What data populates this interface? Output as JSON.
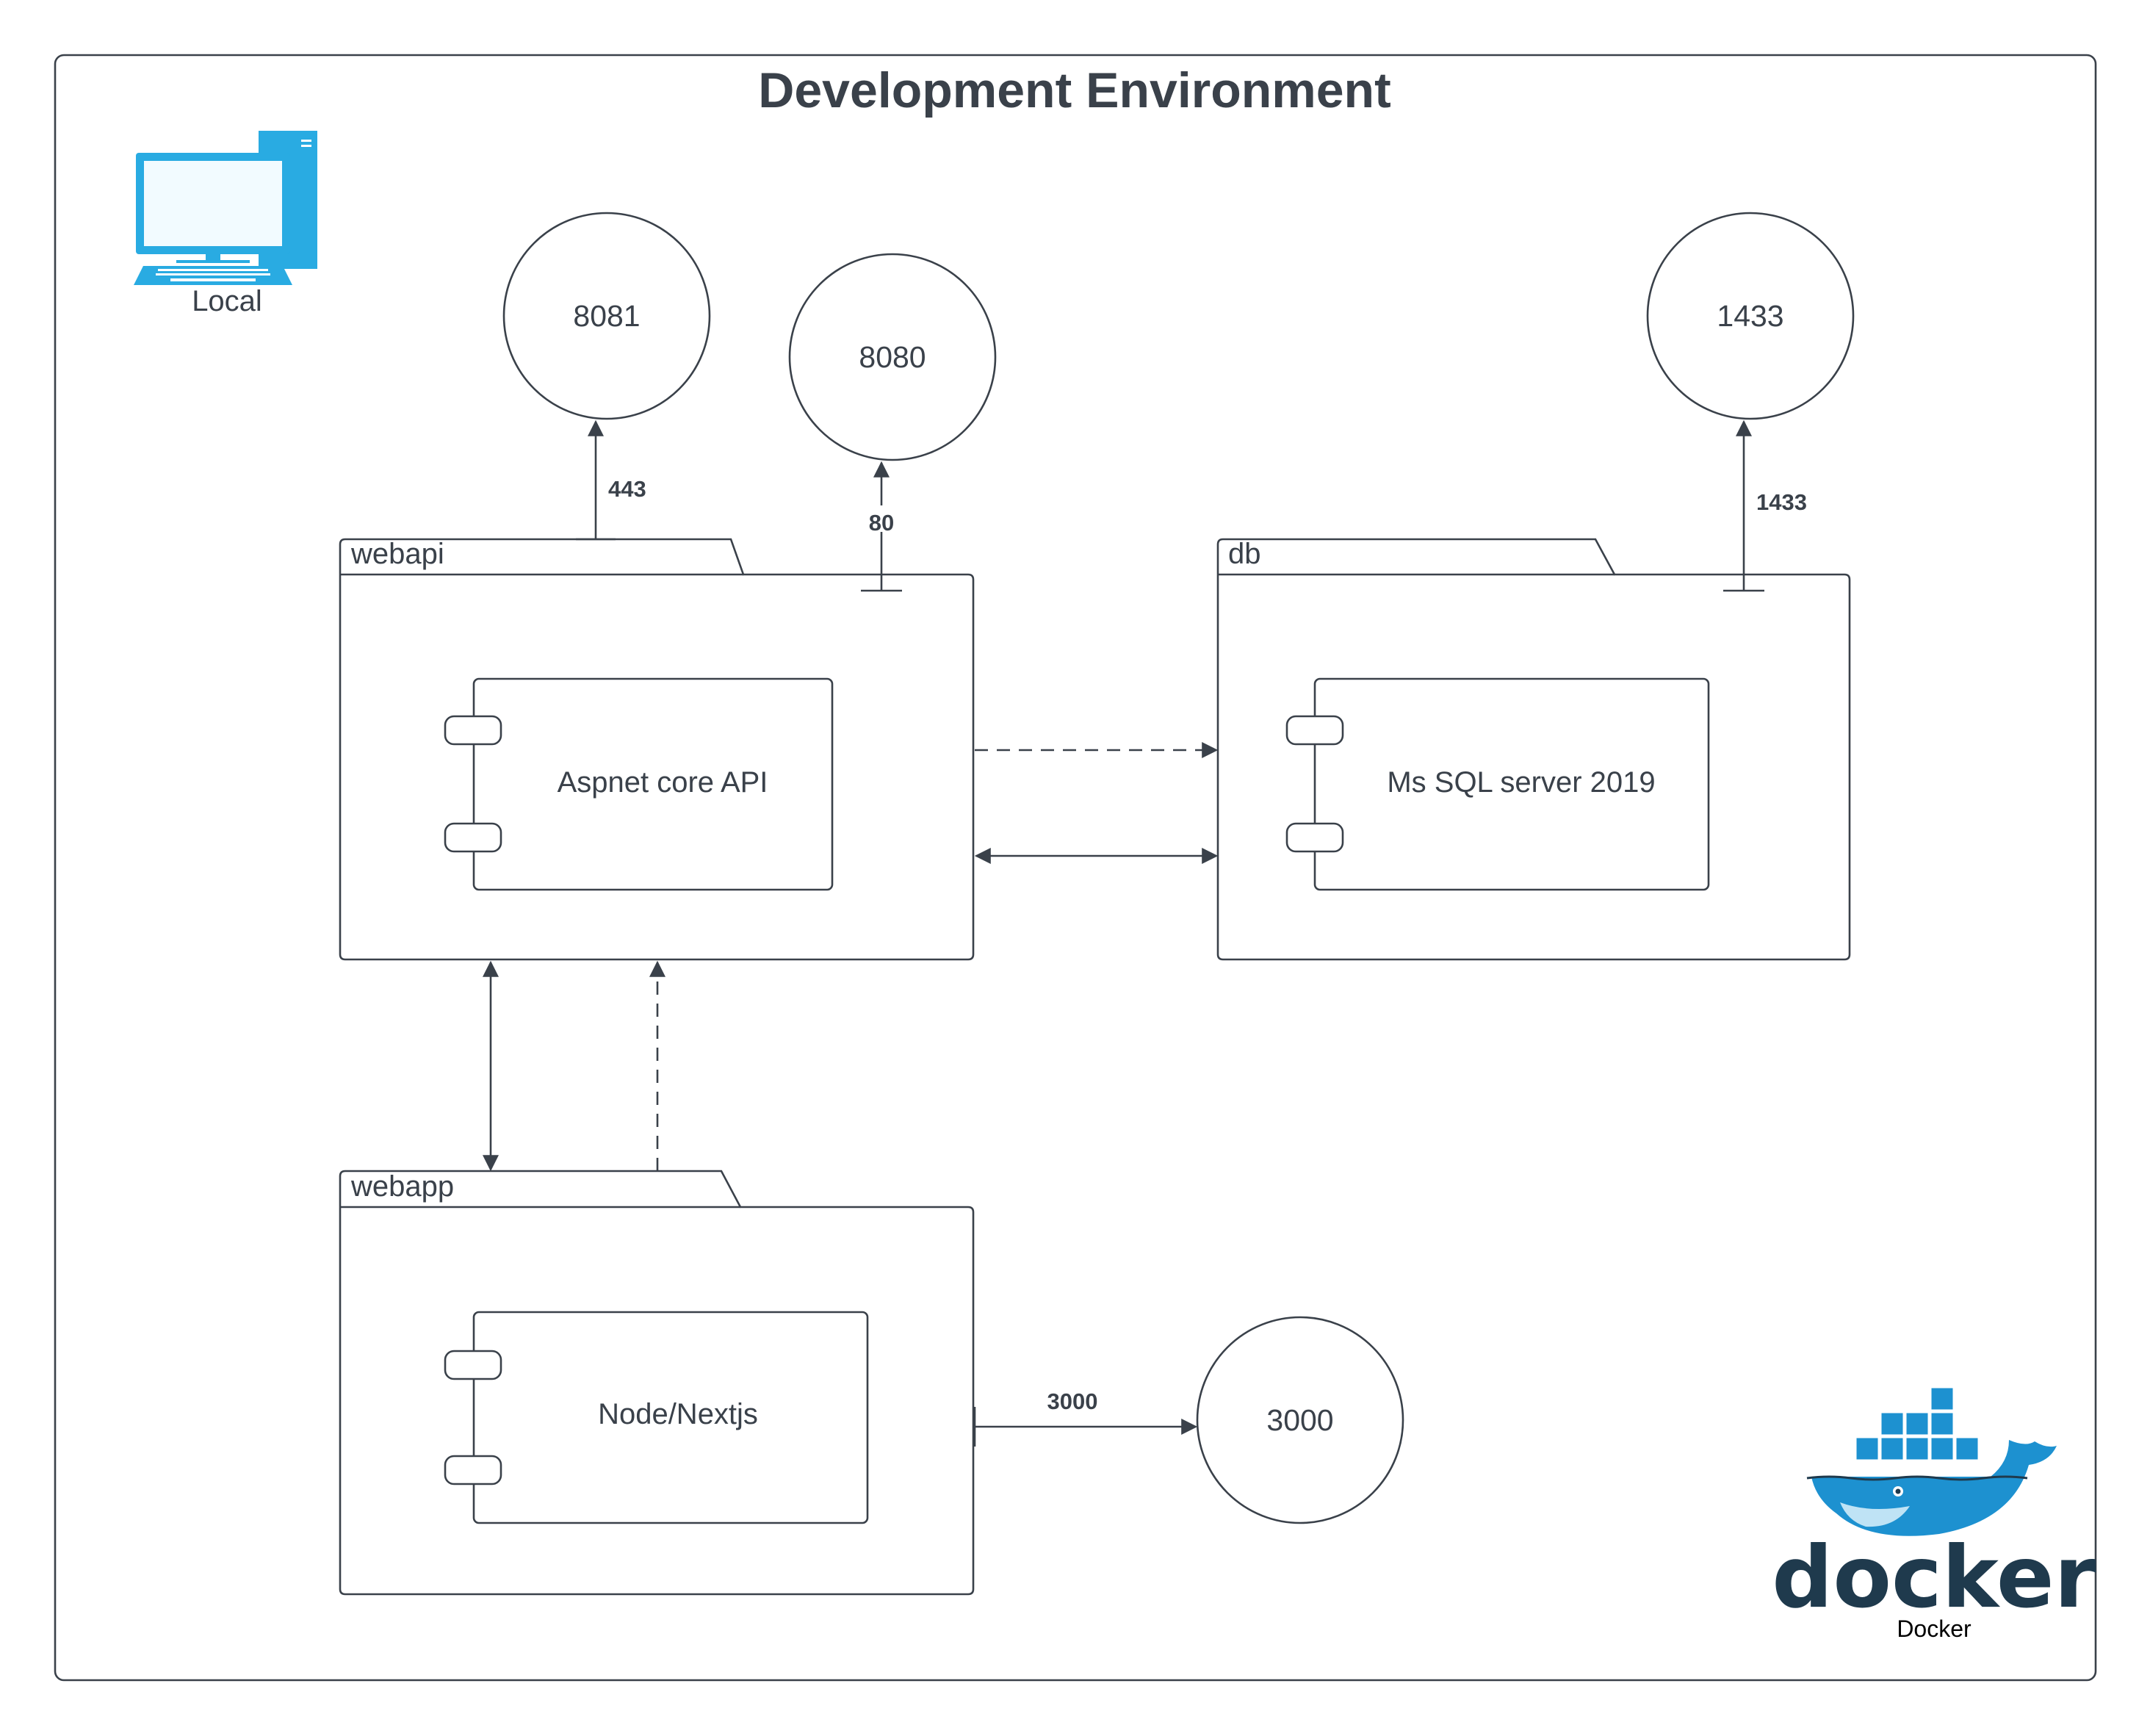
{
  "title": "Development Environment",
  "local": {
    "label": "Local",
    "icon": "desktop-computer-icon",
    "color": "#29abe2"
  },
  "docker": {
    "wordmark": "docker",
    "label": "Docker",
    "icon": "docker-whale-icon",
    "color": "#1d91d0"
  },
  "containers": {
    "webapi": {
      "label": "webapi",
      "component": "Aspnet core API"
    },
    "db": {
      "label": "db",
      "component": "Ms SQL server 2019"
    },
    "webapp": {
      "label": "webapp",
      "component": "Node/Nextjs"
    }
  },
  "ports": {
    "p8081": "8081",
    "p8080": "8080",
    "p1433": "1433",
    "p3000": "3000"
  },
  "edges": {
    "e443": "443",
    "e80": "80",
    "e1433": "1433",
    "e3000": "3000"
  }
}
